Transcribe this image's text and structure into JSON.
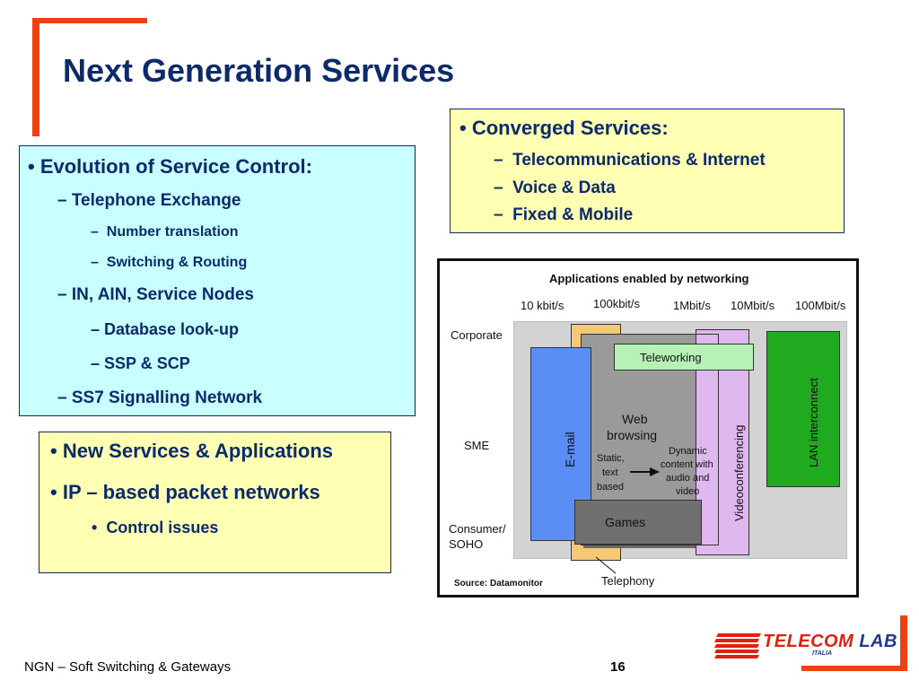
{
  "title": "Next Generation Services",
  "converged": {
    "heading": "Converged Services:",
    "items": [
      "Telecommunications & Internet",
      "Voice & Data",
      "Fixed & Mobile"
    ]
  },
  "evolution": {
    "heading": "Evolution of Service Control:",
    "telephone_exchange": "Telephone Exchange",
    "telephone_sub": [
      "Number translation",
      "Switching & Routing"
    ],
    "in_ain": "IN, AIN, Service Nodes",
    "in_sub": [
      "Database look-up",
      "SSP & SCP"
    ],
    "ss7": "SS7 Signalling Network"
  },
  "new_services": {
    "items": [
      "New Services & Applications",
      "IP – based packet networks"
    ],
    "sub": "Control issues"
  },
  "figure": {
    "title": "Applications enabled by networking",
    "rates": [
      "10 kbit/s",
      "100kbit/s",
      "1Mbit/s",
      "10Mbit/s",
      "100Mbit/s"
    ],
    "segments": [
      "Corporate",
      "SME",
      "Consumer/",
      "SOHO"
    ],
    "apps": {
      "teleworking": "Teleworking",
      "email": "E-mail",
      "web_line1": "Web",
      "web_line2": "browsing",
      "static_line1": "Static,",
      "static_line2": "text",
      "static_line3": "based",
      "dynamic_line1": "Dynamic",
      "dynamic_line2": "content with",
      "dynamic_line3": "audio and",
      "dynamic_line4": "video",
      "videoconferencing": "Videoconferencing",
      "lan": "LAN interconnect",
      "games": "Games",
      "telephony": "Telephony"
    },
    "source": "Source: Datamonitor",
    "colors": {
      "panel": "#d3d3d3",
      "telephony": "#f5c878",
      "email": "#5a8ef5",
      "web": "#9a9a9a",
      "teleworking": "#b6f2b6",
      "video": "#e0b8f0",
      "lan": "#1faa1f",
      "games": "#707070"
    }
  },
  "footer": {
    "text": "NGN – Soft Switching & Gateways",
    "page": "16",
    "logo_main": "TELECOM",
    "logo_lab": "LAB",
    "logo_sub": "ITALIA"
  },
  "colors": {
    "accent": "#f04010",
    "navy": "#0c2a6c",
    "yellow": "#ffffb3",
    "cyan": "#c8ffff"
  }
}
